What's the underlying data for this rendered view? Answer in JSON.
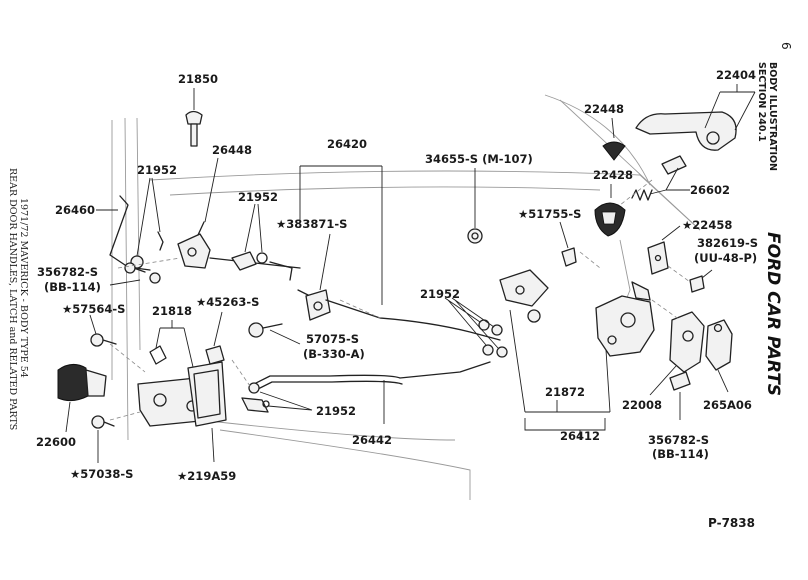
{
  "page": {
    "number": "6",
    "section": [
      "BODY ILLUSTRATION",
      "SECTION 240.1"
    ],
    "brand": "FORD CAR PARTS",
    "side_caption": [
      "REAR DOOR HANDLES, LATCH and RELATED PARTS",
      "1971/72 MAVERICK - BODY TYPE 54"
    ],
    "plate": "P-7838"
  },
  "labels": {
    "p21850": "21850",
    "p22404": "22404",
    "p22448": "22448",
    "p21952_a": "21952",
    "p26448": "26448",
    "p26420": "26420",
    "p34655": "34655-S (M-107)",
    "p22428": "22428",
    "p26602": "26602",
    "p26460": "26460",
    "p21952_b": "21952",
    "p383871": "★383871-S",
    "p51755": "★51755-S",
    "p22458": "★22458",
    "p382619": "382619-S",
    "p382619_code": "(UU-48-P)",
    "p356782_a": "356782-S",
    "p356782_a_code": "(BB-114)",
    "p57564": "★57564-S",
    "p21818": "21818",
    "p45263": "★45263-S",
    "p21952_c": "21952",
    "p57075": "57075-S",
    "p57075_code": "(B-330-A)",
    "p22600": "22600",
    "p21952_d": "21952",
    "p26442": "26442",
    "p21872": "21872",
    "p26412": "26412",
    "p22008": "22008",
    "p265A06": "265A06",
    "p356782_b": "356782-S",
    "p356782_b_code": "(BB-114)",
    "p57038": "★57038-S",
    "p219A59": "★219A59"
  }
}
